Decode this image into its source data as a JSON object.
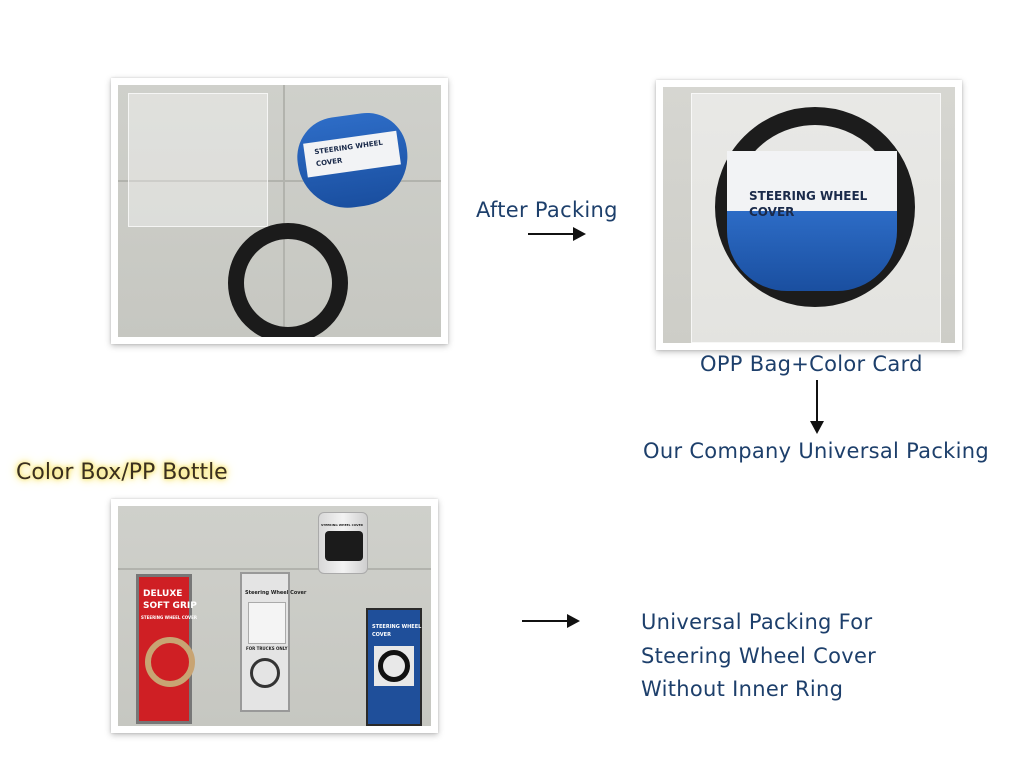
{
  "labels": {
    "after_packing": "After Packing",
    "opp_bag": "OPP Bag+Color Card",
    "universal_packing": "Our Company Universal Packing",
    "color_box_title": "Color Box/PP Bottle",
    "universal_line1": "Universal Packing For",
    "universal_line2": "Steering Wheel Cover",
    "universal_line3": "Without Inner Ring"
  },
  "card_text": {
    "title1": "STEERING WHEEL",
    "title2": "COVER",
    "small_title1": "STEERING WHEEL",
    "small_title2": "COVER",
    "deluxe1": "DELUXE",
    "deluxe2": "SOFT GRIP",
    "deluxe3": "STEERING WHEEL COVER",
    "grey_box": "Steering Wheel Cover",
    "grey_box_sub": "FOR TRUCKS ONLY",
    "bottle_text": "STEERING WHEEL COVER",
    "blue_box1": "STEERING WHEEL",
    "blue_box2": "COVER"
  },
  "colors": {
    "label_text": "#1d3f6b",
    "title_glow": "#f5e16a",
    "card_blue": "#1a4fa0"
  }
}
